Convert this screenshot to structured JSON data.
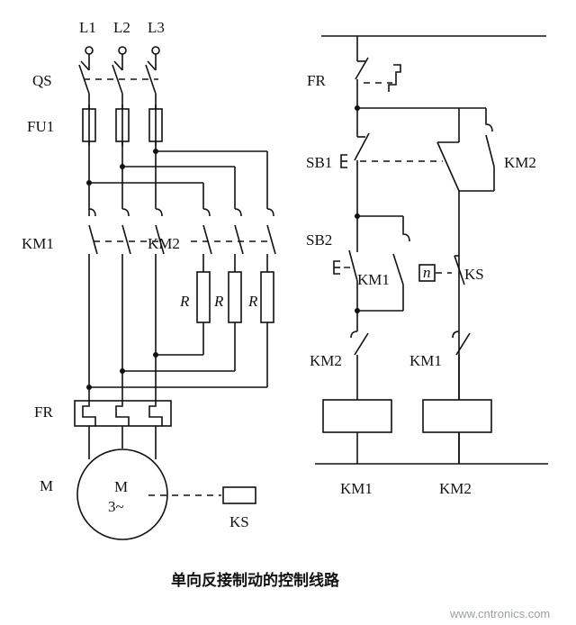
{
  "labels": {
    "l1": "L1",
    "l2": "L2",
    "l3": "L3",
    "qs": "QS",
    "fu1": "FU1",
    "km1_main": "KM1",
    "km2_main": "KM2",
    "r1": "R",
    "r2": "R",
    "r3": "R",
    "fr_main": "FR",
    "m_left": "M",
    "motor_m": "M",
    "motor_phase": "3~",
    "ks_main": "KS",
    "fr_ctrl": "FR",
    "sb1": "SB1",
    "km2_hold": "KM2",
    "sb2": "SB2",
    "km1_nc": "KM1",
    "speed_n": "n",
    "ks_ctrl": "KS",
    "km2_nc": "KM2",
    "km1_no": "KM1",
    "coil_km1": "KM1",
    "coil_km2": "KM2"
  },
  "caption": "单向反接制动的控制线路",
  "watermark": "www.cntronics.com"
}
